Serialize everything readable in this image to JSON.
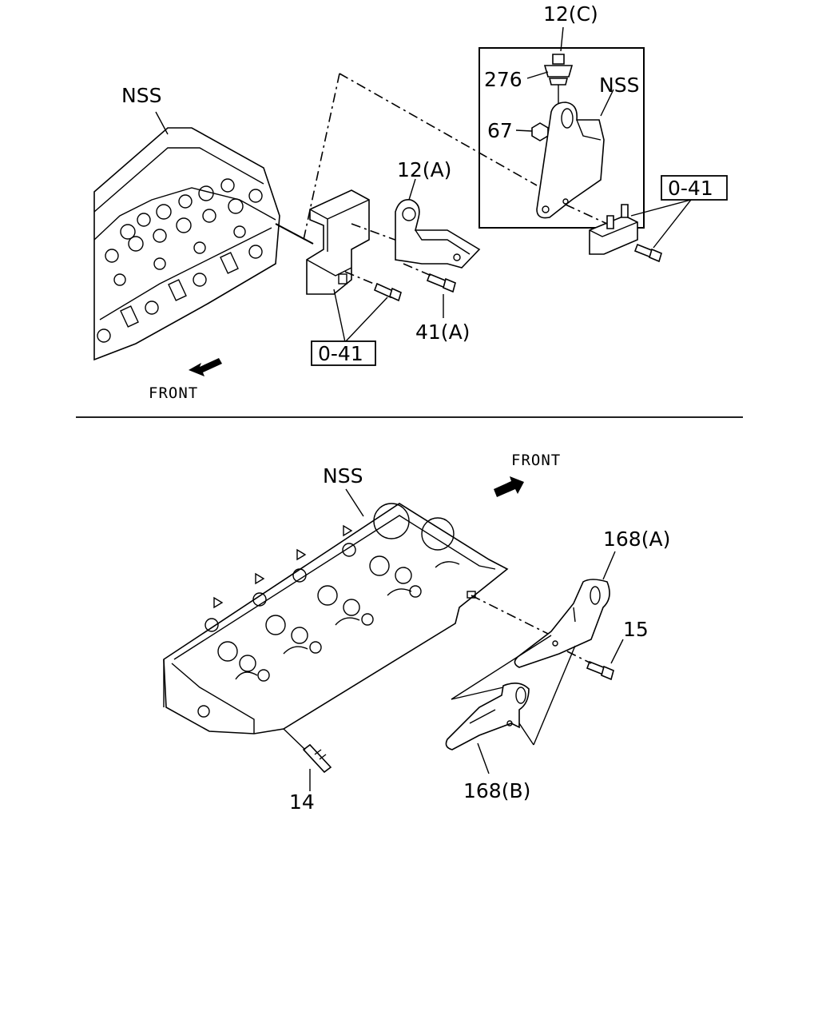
{
  "labels": {
    "nss_top": "NSS",
    "nss_inset": "NSS",
    "nss_bottom": "NSS",
    "part_12c": "12(C)",
    "part_276": "276",
    "part_67": "67",
    "part_12a": "12(A)",
    "part_041_right": "0-41",
    "part_041_left": "0-41",
    "part_41a": "41(A)",
    "front_top": "FRONT",
    "front_bottom": "FRONT",
    "part_168a": "168(A)",
    "part_15": "15",
    "part_168b": "168(B)",
    "part_14": "14"
  }
}
